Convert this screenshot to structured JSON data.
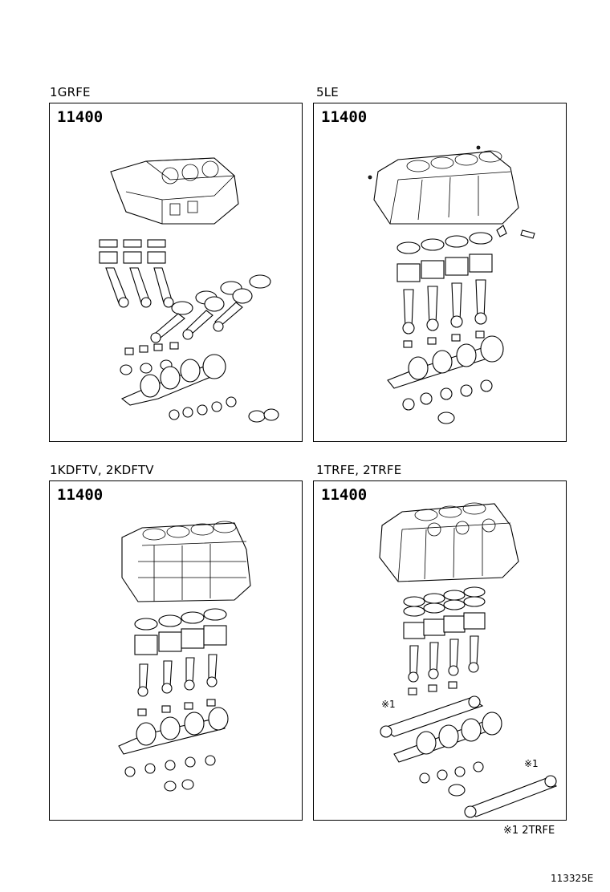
{
  "panels": [
    {
      "engine": "1GRFE",
      "part_number": "11400"
    },
    {
      "engine": "5LE",
      "part_number": "11400"
    },
    {
      "engine": "1KDFTV, 2KDFTV",
      "part_number": "11400"
    },
    {
      "engine": "1TRFE, 2TRFE",
      "part_number": "11400"
    }
  ],
  "callouts": {
    "mark_1": "※1"
  },
  "footnote": "※1 2TRFE",
  "drawing_number": "113325E"
}
